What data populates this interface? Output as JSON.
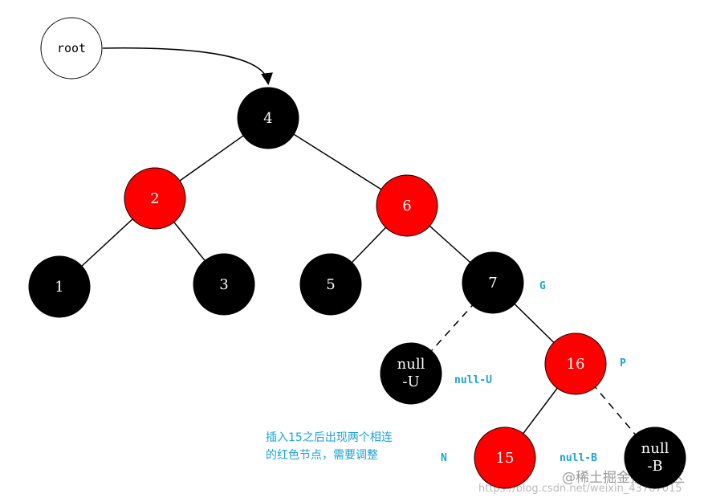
{
  "colors": {
    "red": "#ff0000",
    "black": "#000000",
    "annotation": "#1aa3d9",
    "edge": "#000000",
    "watermark": "#aaaaaa"
  },
  "root_label": "root",
  "nodes": [
    {
      "id": "n4",
      "label": "4",
      "color": "black"
    },
    {
      "id": "n2",
      "label": "2",
      "color": "red"
    },
    {
      "id": "n6",
      "label": "6",
      "color": "red"
    },
    {
      "id": "n1",
      "label": "1",
      "color": "black"
    },
    {
      "id": "n3",
      "label": "3",
      "color": "black"
    },
    {
      "id": "n5",
      "label": "5",
      "color": "black"
    },
    {
      "id": "n7",
      "label": "7",
      "color": "black"
    },
    {
      "id": "nullU",
      "label_lines": [
        "null",
        "-U"
      ],
      "color": "black"
    },
    {
      "id": "n16",
      "label": "16",
      "color": "red"
    },
    {
      "id": "n15",
      "label": "15",
      "color": "red"
    },
    {
      "id": "nullB",
      "label_lines": [
        "null",
        "-B"
      ],
      "color": "black"
    }
  ],
  "edges": [
    {
      "from": "n4",
      "to": "n2",
      "style": "solid"
    },
    {
      "from": "n4",
      "to": "n6",
      "style": "solid"
    },
    {
      "from": "n2",
      "to": "n1",
      "style": "solid"
    },
    {
      "from": "n2",
      "to": "n3",
      "style": "solid"
    },
    {
      "from": "n6",
      "to": "n5",
      "style": "solid"
    },
    {
      "from": "n6",
      "to": "n7",
      "style": "solid"
    },
    {
      "from": "n7",
      "to": "nullU",
      "style": "dashed"
    },
    {
      "from": "n7",
      "to": "n16",
      "style": "solid"
    },
    {
      "from": "n16",
      "to": "n15",
      "style": "solid"
    },
    {
      "from": "n16",
      "to": "nullB",
      "style": "dashed"
    }
  ],
  "annotations": [
    {
      "id": "G",
      "text": "G"
    },
    {
      "id": "P",
      "text": "P"
    },
    {
      "id": "N",
      "text": "N"
    },
    {
      "id": "nullU",
      "text": "null-U"
    },
    {
      "id": "nullB",
      "text": "null-B"
    }
  ],
  "note_lines": [
    "插入15之后出现两个相连",
    "的红色节点，需要调整"
  ],
  "watermark": {
    "url_text": "https://blog.csdn.net/weixin_43767015",
    "brand_text": "@稀土掘金技术社区"
  }
}
